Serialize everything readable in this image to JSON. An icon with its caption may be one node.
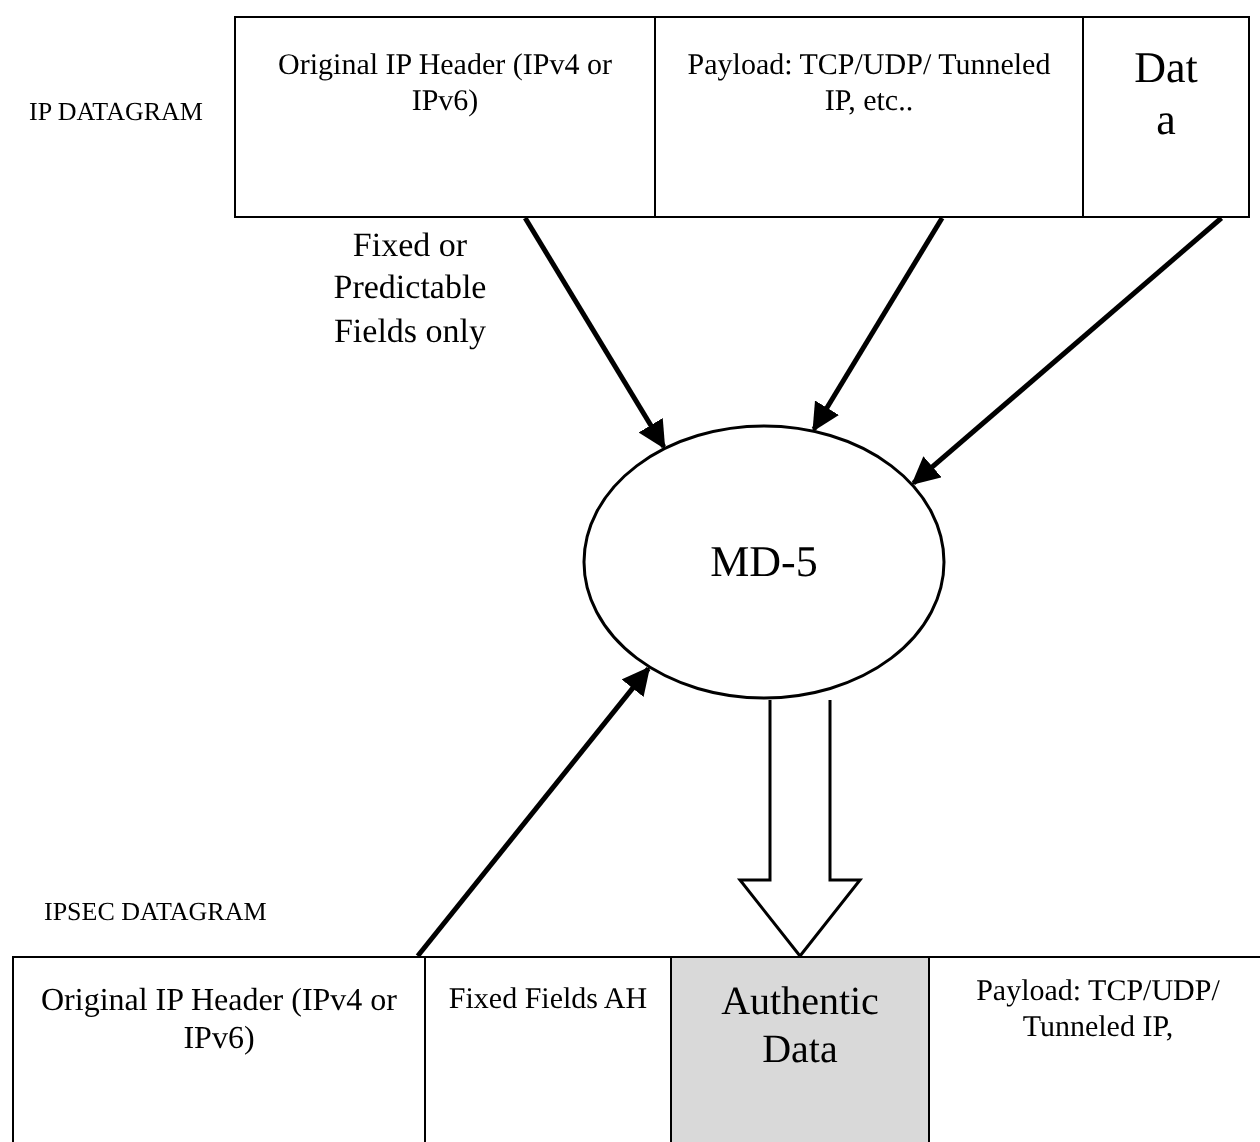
{
  "diagram": {
    "nodes": [
      {
        "text": [
          "Original IP Header (IPv4 or IPv6)"
        ]
      },
      {
        "text": [
          "Payload: TCP/UDP/ Tunneled IP, etc.."
        ]
      },
      {
        "text": [
          "Data"
        ]
      },
      {
        "text": [
          "MD-5"
        ]
      },
      {
        "text": [
          "Original IP Header (IPv4 or IPv6)"
        ]
      },
      {
        "text": [
          "Fixed Fields AH"
        ]
      },
      {
        "text": [
          "Authentic Data"
        ]
      },
      {
        "text": [
          "Payload: TCP/UDP/ Tunneled IP,"
        ]
      }
    ],
    "edges": [
      {
        "from": 0,
        "to": 3,
        "arrow": "to",
        "label": "Fixed or Predictable Fields only"
      },
      {
        "from": 1,
        "to": 3,
        "arrow": "to"
      },
      {
        "from": 2,
        "to": 3,
        "arrow": "to"
      },
      {
        "from": 4,
        "to": 3,
        "arrow": "to"
      },
      {
        "from": 3,
        "to": 6,
        "arrow": "to",
        "style": "thick"
      }
    ],
    "labels": [
      "IP DATAGRAM",
      "IPSEC DATAGRAM"
    ]
  }
}
